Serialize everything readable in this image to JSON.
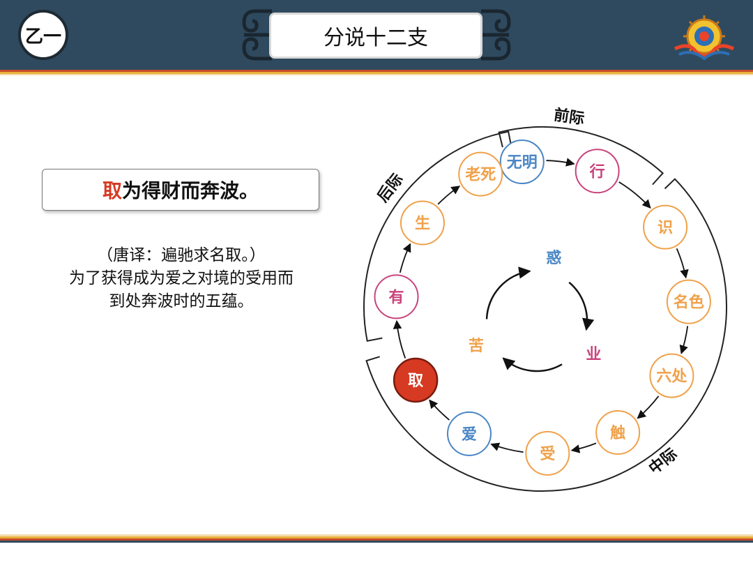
{
  "header": {
    "section_badge": "乙一",
    "title": "分说十二支",
    "logo_icon": "dharma-wheel-icon"
  },
  "lead": {
    "highlight": "取",
    "rest": "为得财而奔波。"
  },
  "note": {
    "line1": "（唐译：遍驰求名取。）",
    "line2": "为了获得成为爱之对境的受用而",
    "line3": "到处奔波时的五蕴。"
  },
  "diagram": {
    "arc_labels": [
      "前际",
      "中际",
      "后际"
    ],
    "links": [
      {
        "label": "无明",
        "color": "#4a86c5"
      },
      {
        "label": "行",
        "color": "#c9437c"
      },
      {
        "label": "识",
        "color": "#f0a14a"
      },
      {
        "label": "名色",
        "color": "#f0a14a"
      },
      {
        "label": "六处",
        "color": "#f0a14a"
      },
      {
        "label": "触",
        "color": "#f0a14a"
      },
      {
        "label": "受",
        "color": "#f0a14a"
      },
      {
        "label": "爱",
        "color": "#4a86c5"
      },
      {
        "label": "取",
        "color": "#d63a22",
        "highlighted": true
      },
      {
        "label": "有",
        "color": "#c9437c"
      },
      {
        "label": "生",
        "color": "#f0a14a"
      },
      {
        "label": "老死",
        "color": "#f0a14a"
      }
    ],
    "cycle": [
      {
        "label": "惑",
        "color": "#4a86c5"
      },
      {
        "label": "业",
        "color": "#c9437c"
      },
      {
        "label": "苦",
        "color": "#f0a14a"
      }
    ]
  },
  "colors": {
    "header_bg": "#2f4a5e",
    "highlight": "#d63a22",
    "blue": "#4a86c5",
    "magenta": "#c9437c",
    "orange": "#f0a14a"
  }
}
